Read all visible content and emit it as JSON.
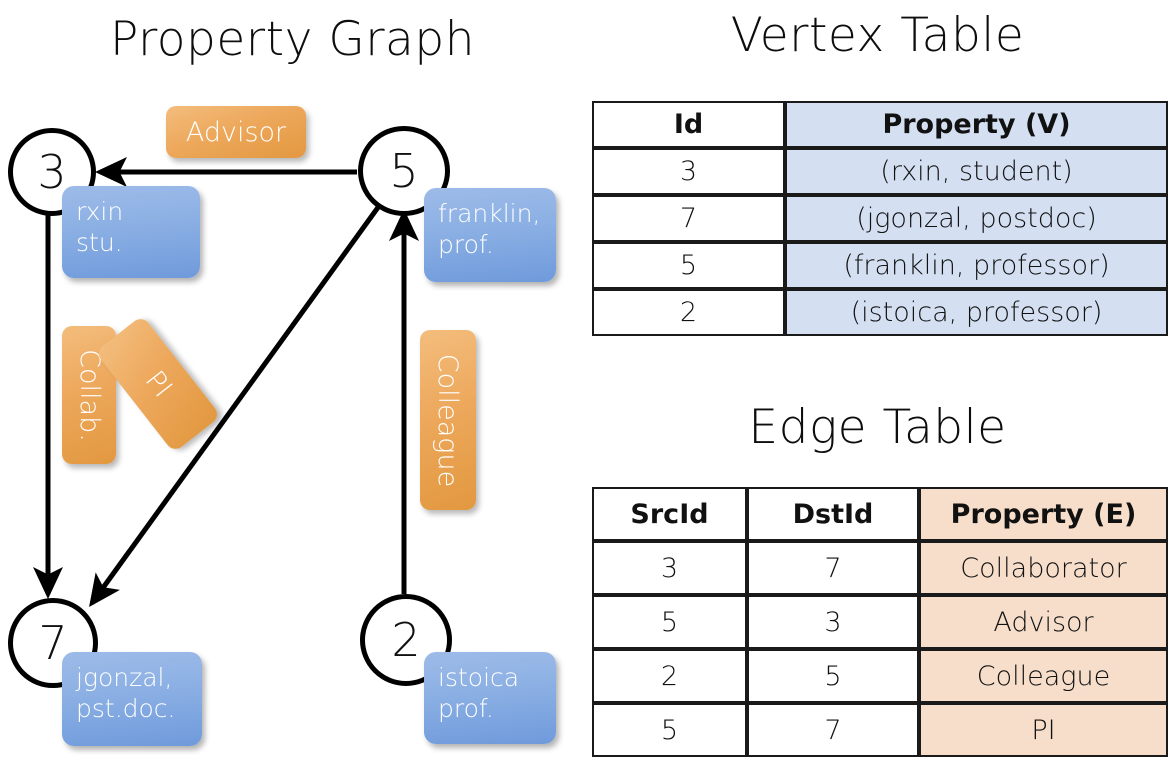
{
  "titles": {
    "property_graph": "Property Graph",
    "vertex_table": "Vertex Table",
    "edge_table": "Edge Table"
  },
  "graph": {
    "nodes": [
      {
        "id": "3",
        "property_label": "rxin\nstu."
      },
      {
        "id": "5",
        "property_label": "franklin,\nprof."
      },
      {
        "id": "7",
        "property_label": "jgonzal,\npst.doc."
      },
      {
        "id": "2",
        "property_label": "istoica\nprof."
      }
    ],
    "node_ids": {
      "n3": "3",
      "n5": "5",
      "n7": "7",
      "n2": "2"
    },
    "vertex_boxes": {
      "rxin_l1": "rxin",
      "rxin_l2": "stu.",
      "franklin_l1": "franklin,",
      "franklin_l2": "prof.",
      "jgonzal_l1": "jgonzal,",
      "jgonzal_l2": "pst.doc.",
      "istoica_l1": "istoica",
      "istoica_l2": "prof."
    },
    "edge_labels": {
      "advisor": "Advisor",
      "collab": "Collab.",
      "pi": "PI",
      "colleague": "Colleague"
    },
    "edges": [
      {
        "from": "5",
        "to": "3",
        "label": "Advisor"
      },
      {
        "from": "3",
        "to": "7",
        "label": "Collab."
      },
      {
        "from": "5",
        "to": "7",
        "label": "PI"
      },
      {
        "from": "2",
        "to": "5",
        "label": "Colleague"
      }
    ]
  },
  "vertex_table": {
    "headers": [
      "Id",
      "Property (V)"
    ],
    "rows": [
      {
        "id": "3",
        "property": "(rxin, student)"
      },
      {
        "id": "7",
        "property": "(jgonzal, postdoc)"
      },
      {
        "id": "5",
        "property": "(franklin, professor)"
      },
      {
        "id": "2",
        "property": "(istoica, professor)"
      }
    ]
  },
  "edge_table": {
    "headers": [
      "SrcId",
      "DstId",
      "Property (E)"
    ],
    "rows": [
      {
        "src": "3",
        "dst": "7",
        "property": "Collaborator"
      },
      {
        "src": "5",
        "dst": "3",
        "property": "Advisor"
      },
      {
        "src": "2",
        "dst": "5",
        "property": "Colleague"
      },
      {
        "src": "5",
        "dst": "7",
        "property": "PI"
      }
    ]
  },
  "colors": {
    "vertex_cell": "#d4e0f2",
    "edge_cell": "#f6decb",
    "vertex_box": "#8cb0e4",
    "edge_label_box": "#eda85c",
    "stroke": "#000000"
  }
}
